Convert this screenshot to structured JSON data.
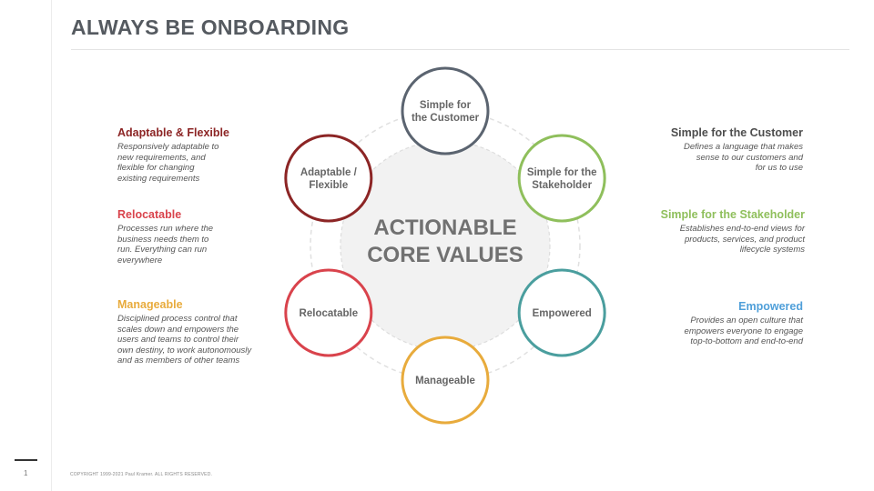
{
  "title": "ALWAYS BE ONBOARDING",
  "page_number": "1",
  "copyright": "COPYRIGHT 1999-2021 Paul Kramer.  ALL RIGHTS RESERVED.",
  "center": {
    "line1": "ACTIONABLE",
    "line2": "CORE VALUES"
  },
  "nodes": [
    {
      "id": "simple-customer",
      "lines": [
        "Simple for",
        "the Customer"
      ],
      "color": "#5b6470"
    },
    {
      "id": "simple-stakeholder",
      "lines": [
        "Simple for the",
        "Stakeholder"
      ],
      "color": "#8fbf5c"
    },
    {
      "id": "empowered",
      "lines": [
        "Empowered"
      ],
      "color": "#4a9e9e"
    },
    {
      "id": "manageable",
      "lines": [
        "Manageable"
      ],
      "color": "#e8ab3c"
    },
    {
      "id": "relocatable",
      "lines": [
        "Relocatable"
      ],
      "color": "#d9434c"
    },
    {
      "id": "adaptable",
      "lines": [
        "Adaptable /",
        "Flexible"
      ],
      "color": "#8c2525"
    }
  ],
  "left_items": [
    {
      "heading": "Adaptable & Flexible",
      "color": "#8c2525",
      "desc": "Responsively adaptable to\nnew requirements, and\nflexible for changing\nexisting requirements"
    },
    {
      "heading": "Relocatable",
      "color": "#d9434c",
      "desc": "Processes run where the\nbusiness needs them to\nrun. Everything can run\neverywhere"
    },
    {
      "heading": "Manageable",
      "color": "#e8ab3c",
      "desc": "Disciplined process control that\nscales down and empowers the\nusers and teams to control their\nown destiny, to work autonomously\nand as members of other teams"
    }
  ],
  "right_items": [
    {
      "heading": "Simple for the Customer",
      "color": "#4d4d4d",
      "desc": "Defines a language that makes\nsense to our customers and\nfor us to use"
    },
    {
      "heading": "Simple for the Stakeholder",
      "color": "#8fbf5c",
      "desc": "Establishes end-to-end views for\nproducts, services, and product\nlifecycle  systems"
    },
    {
      "heading": "Empowered",
      "color": "#4f9fd9",
      "desc": "Provides an open culture that\nempowers everyone to engage\ntop-to-bottom and end-to-end"
    }
  ]
}
